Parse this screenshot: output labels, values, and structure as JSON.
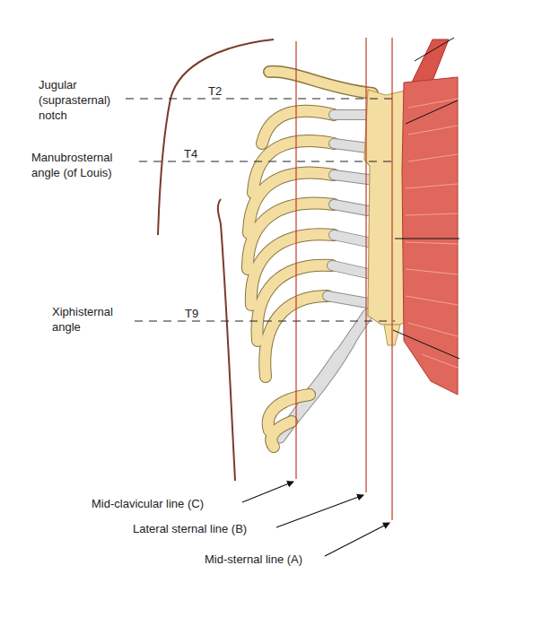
{
  "diagram": {
    "labels": [
      "Jugular (suprasternal) notch",
      "T2",
      "Manubrosternal angle (of Louis)",
      "T4",
      "Xiphisternal angle",
      "T9",
      "Mid-clavicular line (C)",
      "Lateral sternal line (B)",
      "Mid-sternal line (A)"
    ]
  }
}
